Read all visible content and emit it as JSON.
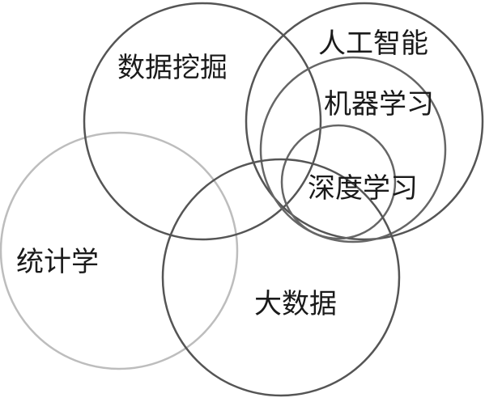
{
  "diagram": {
    "labels": {
      "data_mining": "数据挖掘",
      "ai": "人工智能",
      "ml": "机器学习",
      "dl": "深度学习",
      "statistics": "统计学",
      "big_data": "大数据"
    },
    "colors": {
      "dark_circle": "#555555",
      "light_circle": "#bdbdbd",
      "text": "#1a1a1a"
    }
  }
}
